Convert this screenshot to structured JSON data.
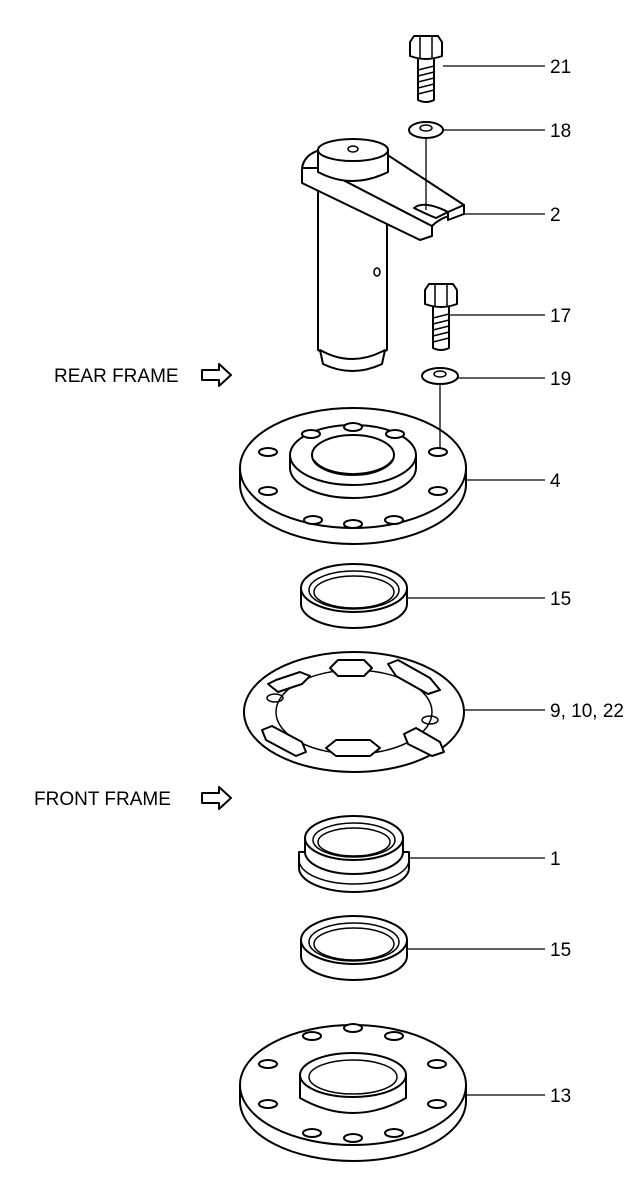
{
  "frame_labels": {
    "rear": "REAR FRAME",
    "front": "FRONT FRAME"
  },
  "callouts": {
    "c21": "21",
    "c18": "18",
    "c2": "2",
    "c17": "17",
    "c19": "19",
    "c4": "4",
    "c15a": "15",
    "c9": "9, 10, 22",
    "c1": "1",
    "c15b": "15",
    "c13": "13"
  }
}
